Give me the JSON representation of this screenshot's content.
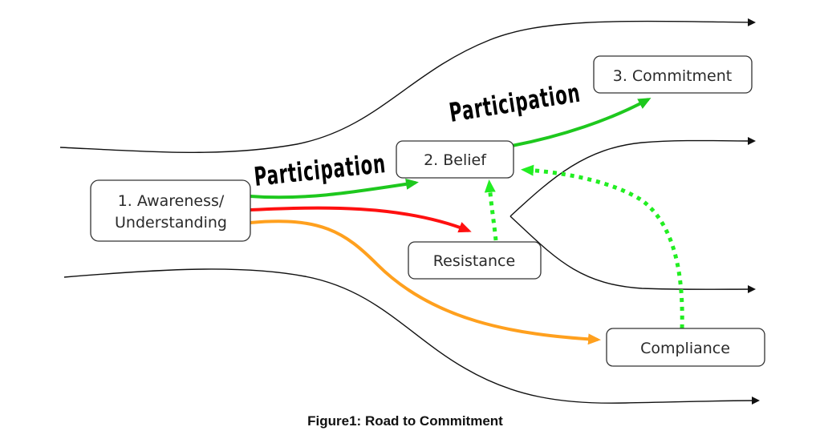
{
  "diagram": {
    "title": "Figure1:  Road to Commitment",
    "nodes": {
      "awareness": {
        "line1": "1.  Awareness/",
        "line2": "Understanding"
      },
      "belief": {
        "label": "2.  Belief"
      },
      "commitment": {
        "label": "3.  Commitment"
      },
      "resistance": {
        "label": "Resistance"
      },
      "compliance": {
        "label": "Compliance"
      }
    },
    "labels": {
      "participation_1": "Participation",
      "participation_2": "Participation"
    },
    "edges": [
      {
        "from": "awareness",
        "to": "belief",
        "style": "solid",
        "color": "#1ec81e"
      },
      {
        "from": "awareness",
        "to": "resistance",
        "style": "solid",
        "color": "#ff1010"
      },
      {
        "from": "awareness",
        "to": "compliance",
        "style": "solid",
        "color": "#ffa01e"
      },
      {
        "from": "belief",
        "to": "commitment",
        "style": "solid",
        "color": "#1ec81e"
      },
      {
        "from": "resistance",
        "to": "belief",
        "style": "dotted",
        "color": "#22ee22"
      },
      {
        "from": "compliance",
        "to": "belief",
        "style": "dotted",
        "color": "#22ee22"
      }
    ],
    "colors": {
      "green": "#1ec81e",
      "red": "#ff1010",
      "orange": "#ffa01e",
      "dotted_green": "#22ee22",
      "lane": "#111111"
    }
  }
}
